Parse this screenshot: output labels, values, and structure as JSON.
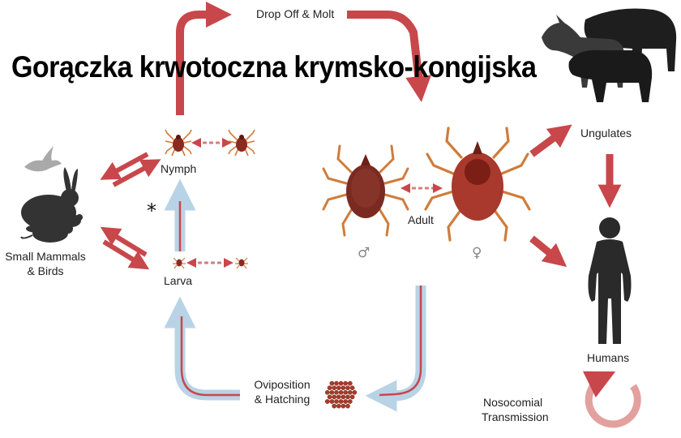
{
  "title": "Gorączka krwotoczna krymsko-kongijska",
  "labels": {
    "drop_off_molt": "Drop Off & Molt",
    "nymph": "Nymph",
    "larva": "Larva",
    "adult": "Adult",
    "small_mammals_line1": "Small Mammals",
    "small_mammals_line2": "& Birds",
    "ungulates": "Ungulates",
    "humans": "Humans",
    "oviposition_line1": "Oviposition",
    "oviposition_line2": "& Hatching",
    "nosocomial_line1": "Nosocomial",
    "nosocomial_line2": "Transmission",
    "male_symbol": "♂",
    "female_symbol": "♀",
    "asterisk": "*"
  },
  "colors": {
    "red_arrow": "#c8474b",
    "blue_arrow": "#b9d3e6",
    "dark_silhouette": "#333333",
    "light_silhouette": "#a9a9a9",
    "tick_body": "#8b2a1f",
    "tick_legs": "#d07c3a",
    "egg": "#a83b2b"
  }
}
